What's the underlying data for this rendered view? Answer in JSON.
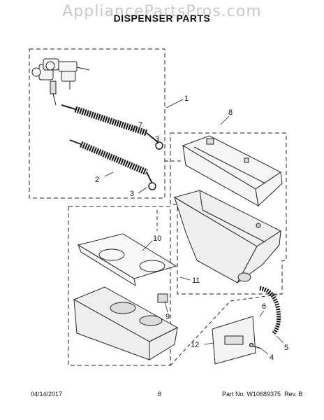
{
  "header": {
    "watermark": "AppliancePartsPros.com",
    "title": "DISPENSER PARTS"
  },
  "callouts": [
    "1",
    "8",
    "7",
    "3",
    "2",
    "3",
    "10",
    "11",
    "9",
    "6",
    "12",
    "5",
    "4"
  ],
  "footer": {
    "date": "04/14/2017",
    "page": "8",
    "part_no": "Part No.  W10689375",
    "rev": "Rev.  B"
  }
}
